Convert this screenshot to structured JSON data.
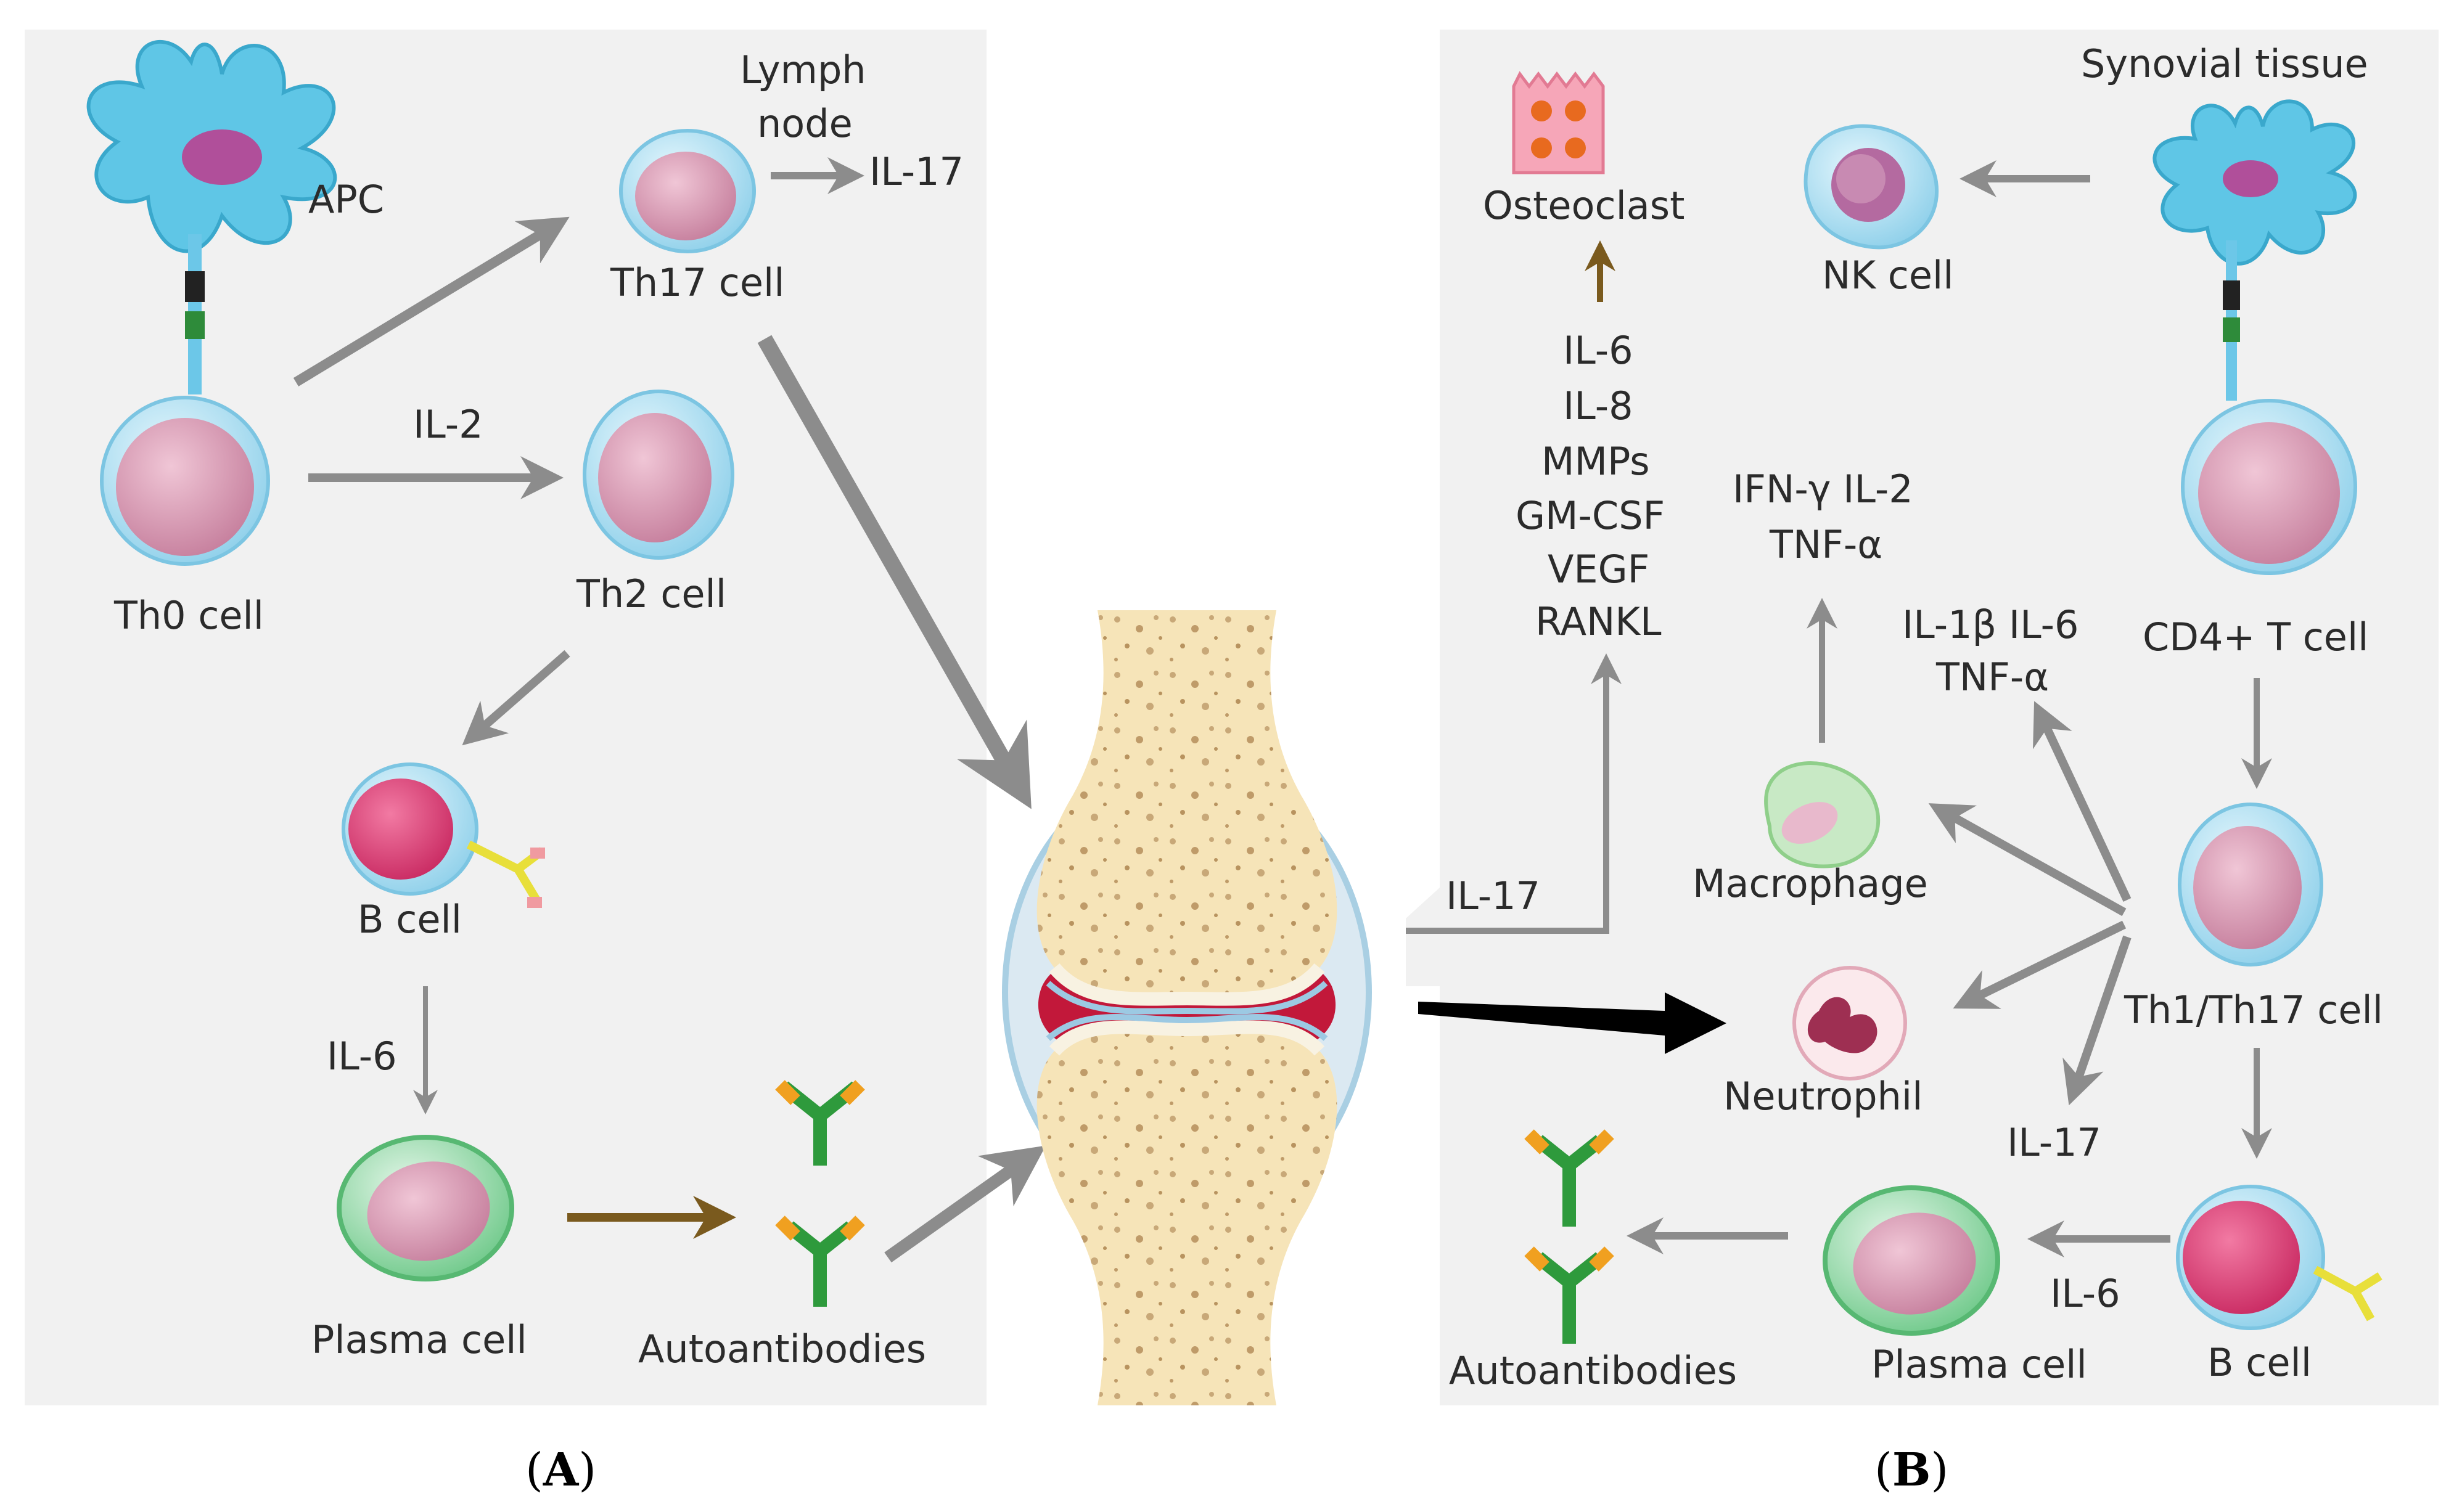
{
  "colors": {
    "panel_bg": "#f1f1f1",
    "arrow_gray": "#8c8c8c",
    "arrow_brown": "#7a5a1e",
    "arrow_black": "#000000",
    "cell_membrane": "#aee0f3",
    "cell_nucleus": "#d9a0b6",
    "bcell_nucleus": "#e0457a",
    "plasma_membrane": "#9fdcb0",
    "antibody_green": "#2e9a3c",
    "antibody_tip": "#f0a020",
    "bone": "#f6e4b8",
    "cartilage": "#c2183a"
  },
  "panel_a": {
    "letter_open": "(",
    "letter": "A",
    "letter_close": ")",
    "apc": "APC",
    "lymph_node_line1": "Lymph",
    "lymph_node_line2": "node",
    "il17": "IL-17",
    "th17": "Th17 cell",
    "il2": "IL-2",
    "th0": "Th0 cell",
    "th2": "Th2 cell",
    "bcell": "B cell",
    "il6": "IL-6",
    "plasma": "Plasma cell",
    "autoantibodies": "Autoantibodies"
  },
  "panel_b": {
    "letter_open": "(",
    "letter": "B",
    "letter_close": ")",
    "synovial": "Synovial tissue",
    "osteoclast": "Osteoclast",
    "nk": "NK cell",
    "cytokines_left": [
      "IL-6",
      "IL-8",
      "MMPs",
      "GM-CSF",
      "VEGF",
      "RANKL"
    ],
    "ifn_line1": "IFN-γ IL-2",
    "ifn_line2": "TNF-α",
    "il1_line1": "IL-1β IL-6",
    "il1_line2": "TNF-α",
    "cd4": "CD4+ T cell",
    "il17_left": "IL-17",
    "macrophage": "Macrophage",
    "th1th17": "Th1/Th17 cell",
    "neutrophil": "Neutrophil",
    "il17_right": "IL-17",
    "il6": "IL-6",
    "autoantibodies": "Autoantibodies",
    "plasma": "Plasma cell",
    "bcell": "B cell"
  }
}
